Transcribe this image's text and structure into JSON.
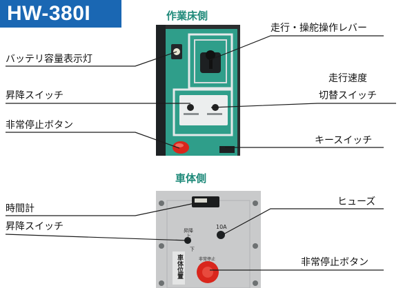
{
  "model": "HW-380I",
  "work_platform": {
    "title": "作業床側",
    "labels": {
      "lever": "走行・操舵操作レバー",
      "battery": "バッテリ容量表示灯",
      "speed_line1": "走行速度",
      "speed_line2": "切替スイッチ",
      "lift": "昇降スイッチ",
      "emergency": "非常停止ボタン",
      "key": "キースイッチ"
    }
  },
  "vehicle_side": {
    "title": "車体側",
    "labels": {
      "hour_meter": "時間計",
      "fuse": "ヒューズ",
      "lift": "昇降スイッチ",
      "emergency": "非常停止ボタン"
    },
    "panel_text": {
      "lift_up": "上",
      "lift_down": "下",
      "lift_caption": "昇降",
      "fuse_rating": "10A",
      "emergency_caption": "非常停止",
      "position_caption": "車体位置"
    }
  },
  "colors": {
    "badge": "#1a67b3",
    "section_title": "#1f8a7a",
    "machine_teal": "#2f9e8a",
    "panel_gray": "#c9cacb",
    "emergency_red": "#d9261c"
  }
}
